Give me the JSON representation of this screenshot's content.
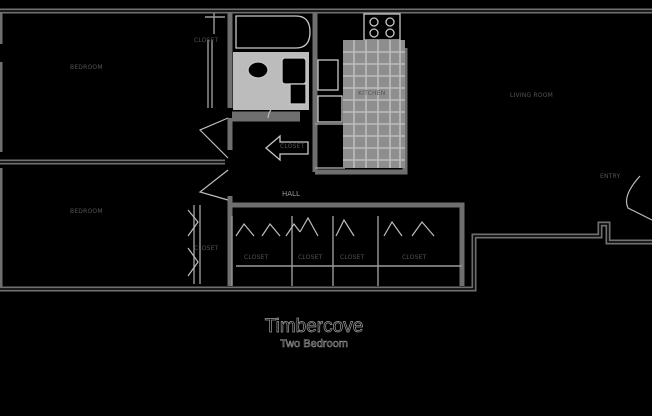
{
  "plan": {
    "title": "Timbercove",
    "subtitle": "Two Bedroom",
    "accent_color": "#6f6f6f",
    "background_color": "#000000"
  },
  "rooms": {
    "bedroom_1": "BEDROOM",
    "bedroom_2": "BEDROOM",
    "living": "LIVING ROOM",
    "kitchen": "KITCHEN",
    "hall": "HALL",
    "entry": "ENTRY",
    "closet_top": "CLOSET",
    "closet_mid": "CLOSET",
    "closet_left": "CLOSET",
    "closet_1": "CLOSET",
    "closet_2": "CLOSET",
    "closet_3": "CLOSET",
    "closet_4": "CLOSET"
  }
}
